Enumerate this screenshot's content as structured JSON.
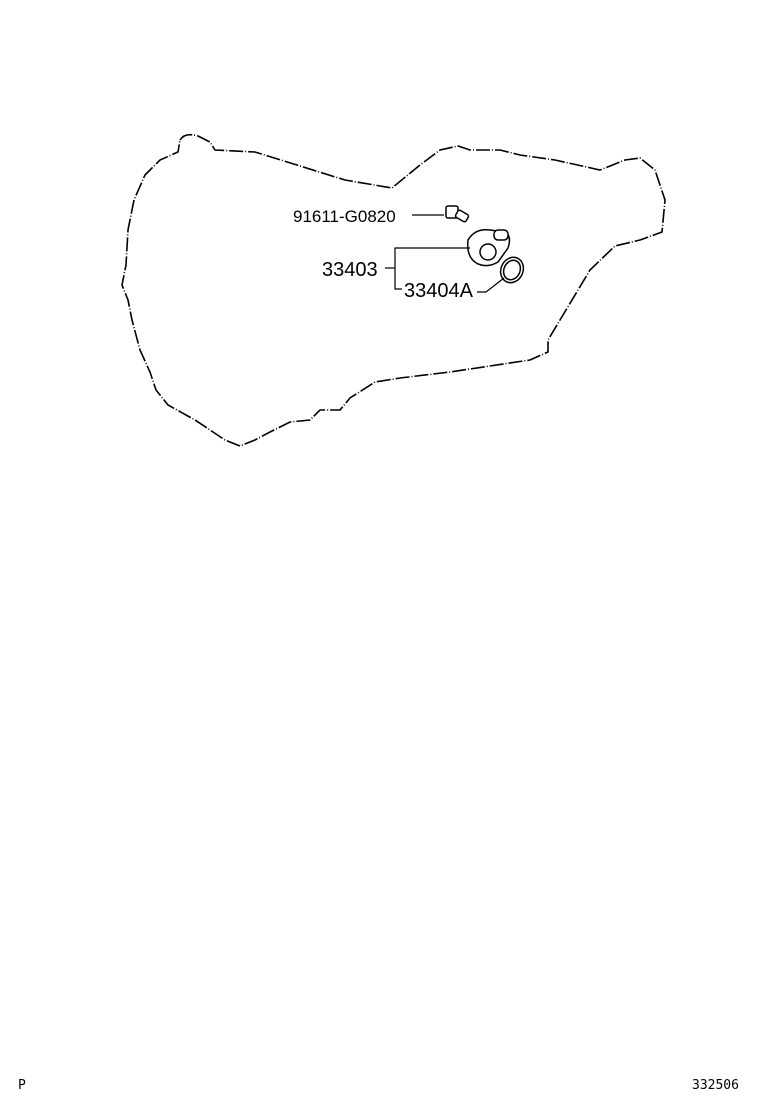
{
  "diagram": {
    "parts": [
      {
        "number": "91611-G0820",
        "icon": "bolt-icon"
      },
      {
        "number": "33403",
        "icon": "speed-sensor-icon"
      },
      {
        "number": "33404A",
        "icon": "o-ring-icon"
      }
    ],
    "housing": "transmission-case-outline"
  },
  "footer": {
    "left_code": "P",
    "right_code": "332506"
  }
}
